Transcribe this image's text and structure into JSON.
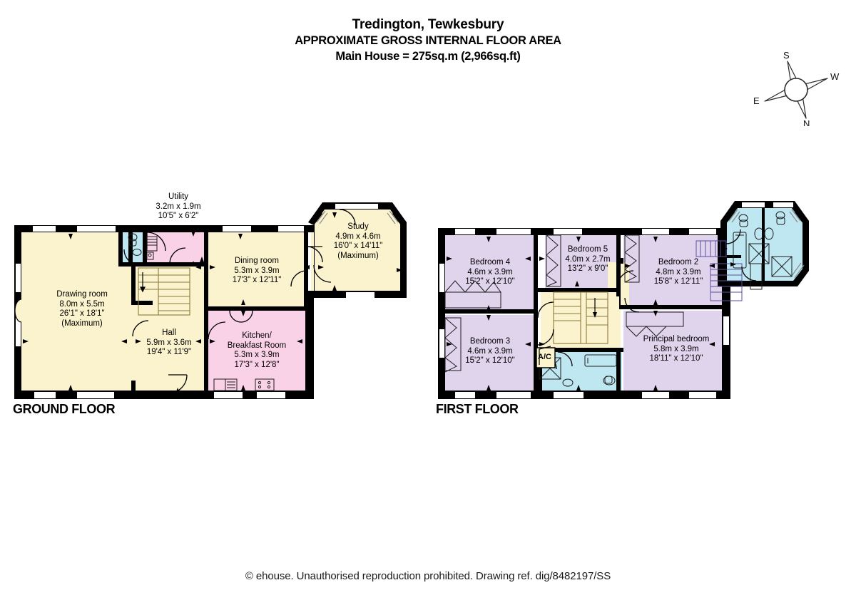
{
  "header": {
    "title": "Tredington, Tewkesbury",
    "subtitle1": "APPROXIMATE GROSS INTERNAL FLOOR AREA",
    "subtitle2": "Main House = 275sq.m (2,966sq.ft)"
  },
  "compass": {
    "north": "N",
    "south": "S",
    "east": "E",
    "west": "W"
  },
  "floors": [
    {
      "id": "ground",
      "label": "GROUND FLOOR"
    },
    {
      "id": "first",
      "label": "FIRST FLOOR"
    }
  ],
  "colors": {
    "reception": "#FBF3CE",
    "kitchen_utility": "#F9D2E8",
    "bedroom": "#E0D3EC",
    "bathroom": "#BFE7F2",
    "wall": "#000000",
    "background": "#FFFFFF"
  },
  "ground_floor": {
    "rooms": [
      {
        "key": "drawing_room",
        "name": "Drawing room",
        "metric": "8.0m x 5.5m",
        "imperial": "26'1\" x 18'1\"",
        "note": "(Maximum)",
        "color": "#FBF3CE"
      },
      {
        "key": "hall",
        "name": "Hall",
        "metric": "5.9m x 3.6m",
        "imperial": "19'4\" x 11'9\"",
        "note": "",
        "color": "#FBF3CE"
      },
      {
        "key": "utility",
        "name": "Utility",
        "metric": "3.2m x 1.9m",
        "imperial": "10'5\" x 6'2\"",
        "note": "",
        "color": "#F9D2E8"
      },
      {
        "key": "dining_room",
        "name": "Dining room",
        "metric": "5.3m x 3.9m",
        "imperial": "17'3\" x 12'11\"",
        "note": "",
        "color": "#FBF3CE"
      },
      {
        "key": "kitchen_breakfast",
        "name": "Kitchen/",
        "name2": "Breakfast Room",
        "metric": "5.3m x 3.9m",
        "imperial": "17'3\" x 12'8\"",
        "note": "",
        "color": "#F9D2E8"
      },
      {
        "key": "study",
        "name": "Study",
        "metric": "4.9m x 4.6m",
        "imperial": "16'0\" x 14'11\"",
        "note": "(Maximum)",
        "color": "#FBF3CE"
      }
    ]
  },
  "first_floor": {
    "rooms": [
      {
        "key": "bedroom_4",
        "name": "Bedroom 4",
        "metric": "4.6m x 3.9m",
        "imperial": "15'2\" x 12'10\"",
        "note": "",
        "color": "#E0D3EC"
      },
      {
        "key": "bedroom_3",
        "name": "Bedroom 3",
        "metric": "4.6m x 3.9m",
        "imperial": "15'2\" x 12'10\"",
        "note": "",
        "color": "#E0D3EC"
      },
      {
        "key": "bedroom_5",
        "name": "Bedroom 5",
        "metric": "4.0m x 2.7m",
        "imperial": "13'2\" x 9'0\"",
        "note": "",
        "color": "#E0D3EC"
      },
      {
        "key": "bedroom_2",
        "name": "Bedroom 2",
        "metric": "4.8m x 3.9m",
        "imperial": "15'8\" x 12'11\"",
        "note": "",
        "color": "#E0D3EC"
      },
      {
        "key": "principal_bedroom",
        "name": "Principal bedroom",
        "metric": "5.8m x 3.9m",
        "imperial": "18'11\" x 12'10\"",
        "note": "",
        "color": "#E0D3EC"
      }
    ],
    "annotations": [
      {
        "key": "ac_cupboard",
        "label": "A/C"
      }
    ]
  },
  "footer": {
    "text": "© ehouse. Unauthorised reproduction prohibited. Drawing ref. dig/8482197/SS"
  }
}
